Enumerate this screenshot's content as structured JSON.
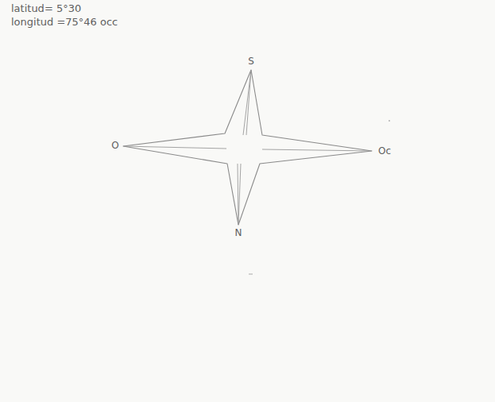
{
  "diagram": {
    "labels": [
      "latitud= 5°30",
      "longitud =75°46 occ",
      "S",
      "O",
      "Oc",
      "N"
    ]
  }
}
